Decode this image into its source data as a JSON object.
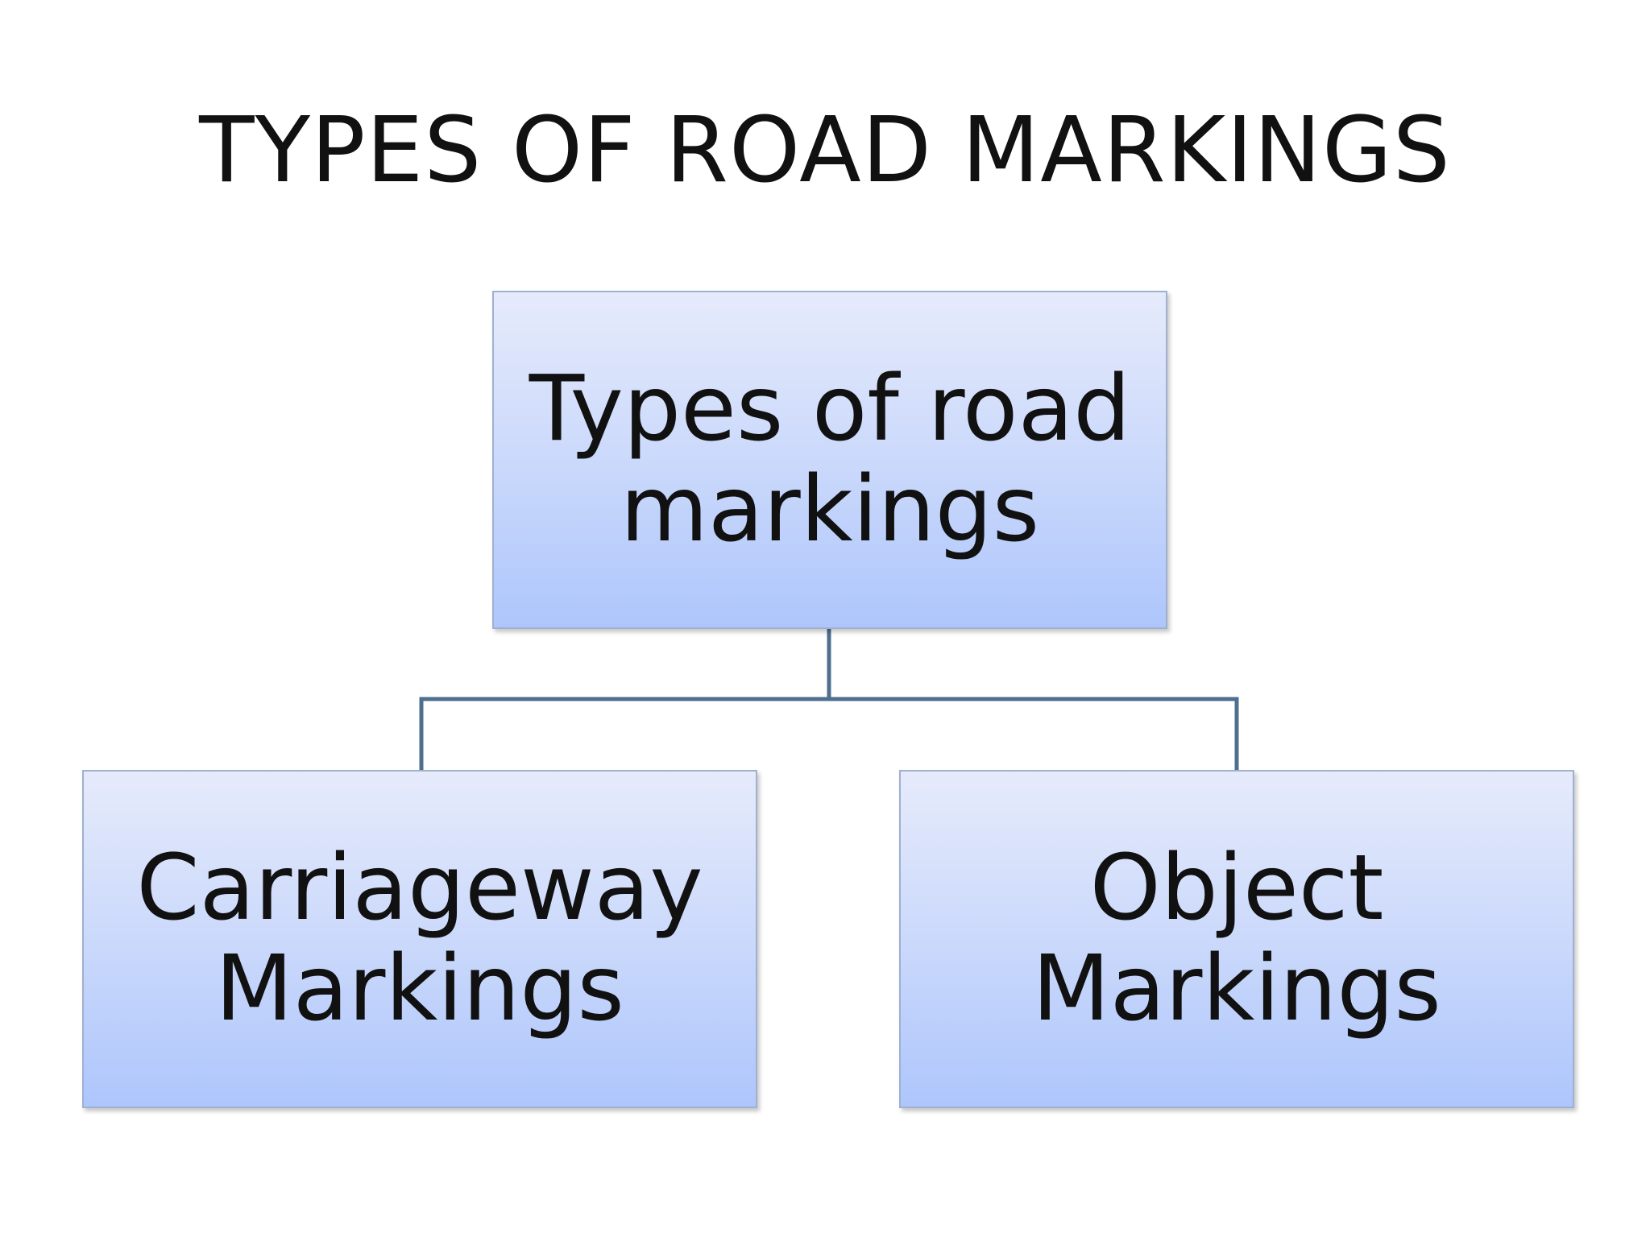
{
  "slide": {
    "title": "TYPES OF ROAD MARKINGS"
  },
  "diagram": {
    "root": {
      "label": "Types of road\nmarkings"
    },
    "children": [
      {
        "label": "Carriageway\nMarkings"
      },
      {
        "label": "Object\nMarkings"
      }
    ],
    "colors": {
      "box_fill_top": "#e6ebfb",
      "box_fill_bottom": "#aec6fc",
      "box_border": "#9fb0d1",
      "connector": "#4f6f8f"
    }
  }
}
